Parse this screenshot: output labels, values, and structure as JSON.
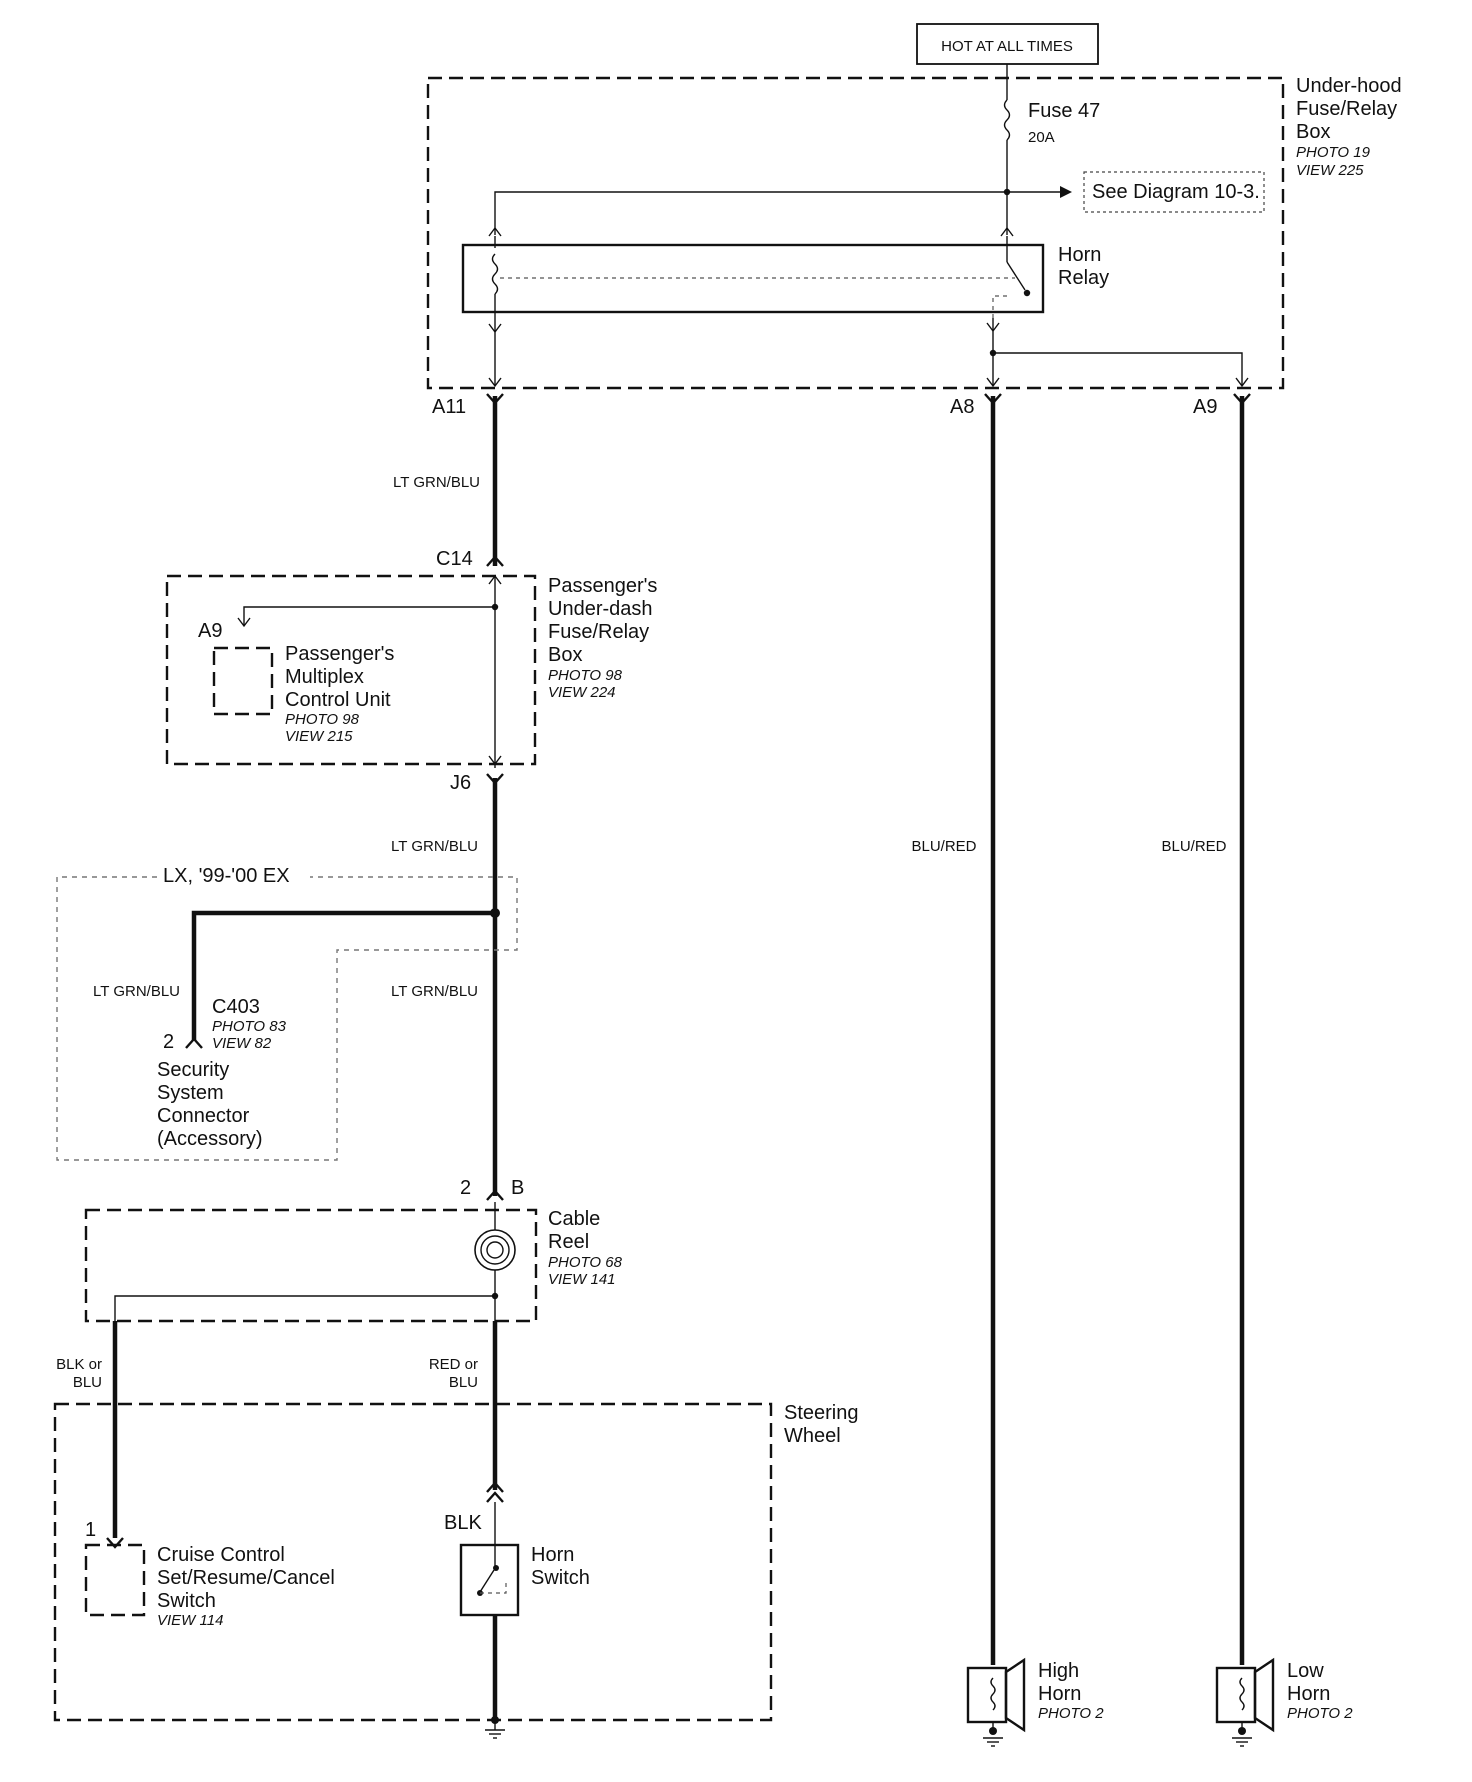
{
  "header": {
    "power_label": "HOT AT ALL TIMES"
  },
  "underhood_box": {
    "title_lines": [
      "Under-hood",
      "Fuse/Relay",
      "Box"
    ],
    "photo": "PHOTO 19",
    "view": "VIEW 225",
    "fuse_name": "Fuse 47",
    "fuse_rating": "20A",
    "see_diagram": "See Diagram 10-3.",
    "relay_lines": [
      "Horn",
      "Relay"
    ],
    "terminals": [
      "A11",
      "A8",
      "A9"
    ]
  },
  "wires": {
    "a11_color": "LT GRN/BLU",
    "j6_color": "LT GRN/BLU",
    "security_branch_color": "LT GRN/BLU",
    "main_after_splice_color": "LT GRN/BLU",
    "high_horn_color": "BLU/RED",
    "low_horn_color": "BLU/RED",
    "cruise_color_lines": [
      "BLK or",
      "BLU"
    ],
    "horn_feed_color_lines": [
      "RED or",
      "BLU"
    ],
    "horn_ground_color": "BLK"
  },
  "passenger_box": {
    "connector": "C14",
    "out_connector": "J6",
    "title_lines": [
      "Passenger's",
      "Under-dash",
      "Fuse/Relay",
      "Box"
    ],
    "photo": "PHOTO 98",
    "view": "VIEW 224",
    "mcu_pin": "A9",
    "mcu_lines": [
      "Passenger's",
      "Multiplex",
      "Control Unit"
    ],
    "mcu_photo": "PHOTO 98",
    "mcu_view": "VIEW 215"
  },
  "security": {
    "variant_label": "LX, '99-'00 EX",
    "connector": "C403",
    "photo": "PHOTO 83",
    "view": "VIEW 82",
    "pin": "2",
    "name_lines": [
      "Security",
      "System",
      "Connector",
      "(Accessory)"
    ]
  },
  "cable_reel": {
    "pin_left": "2",
    "pin_right": "B",
    "name_lines": [
      "Cable",
      "Reel"
    ],
    "photo": "PHOTO 68",
    "view": "VIEW 141"
  },
  "steering_wheel": {
    "title_lines": [
      "Steering",
      "Wheel"
    ],
    "cruise_pin": "1",
    "cruise_lines": [
      "Cruise Control",
      "Set/Resume/Cancel",
      "Switch"
    ],
    "cruise_view": "VIEW 114",
    "horn_switch_lines": [
      "Horn",
      "Switch"
    ]
  },
  "horns": {
    "high_lines": [
      "High",
      "Horn"
    ],
    "high_photo": "PHOTO 2",
    "low_lines": [
      "Low",
      "Horn"
    ],
    "low_photo": "PHOTO 2"
  }
}
